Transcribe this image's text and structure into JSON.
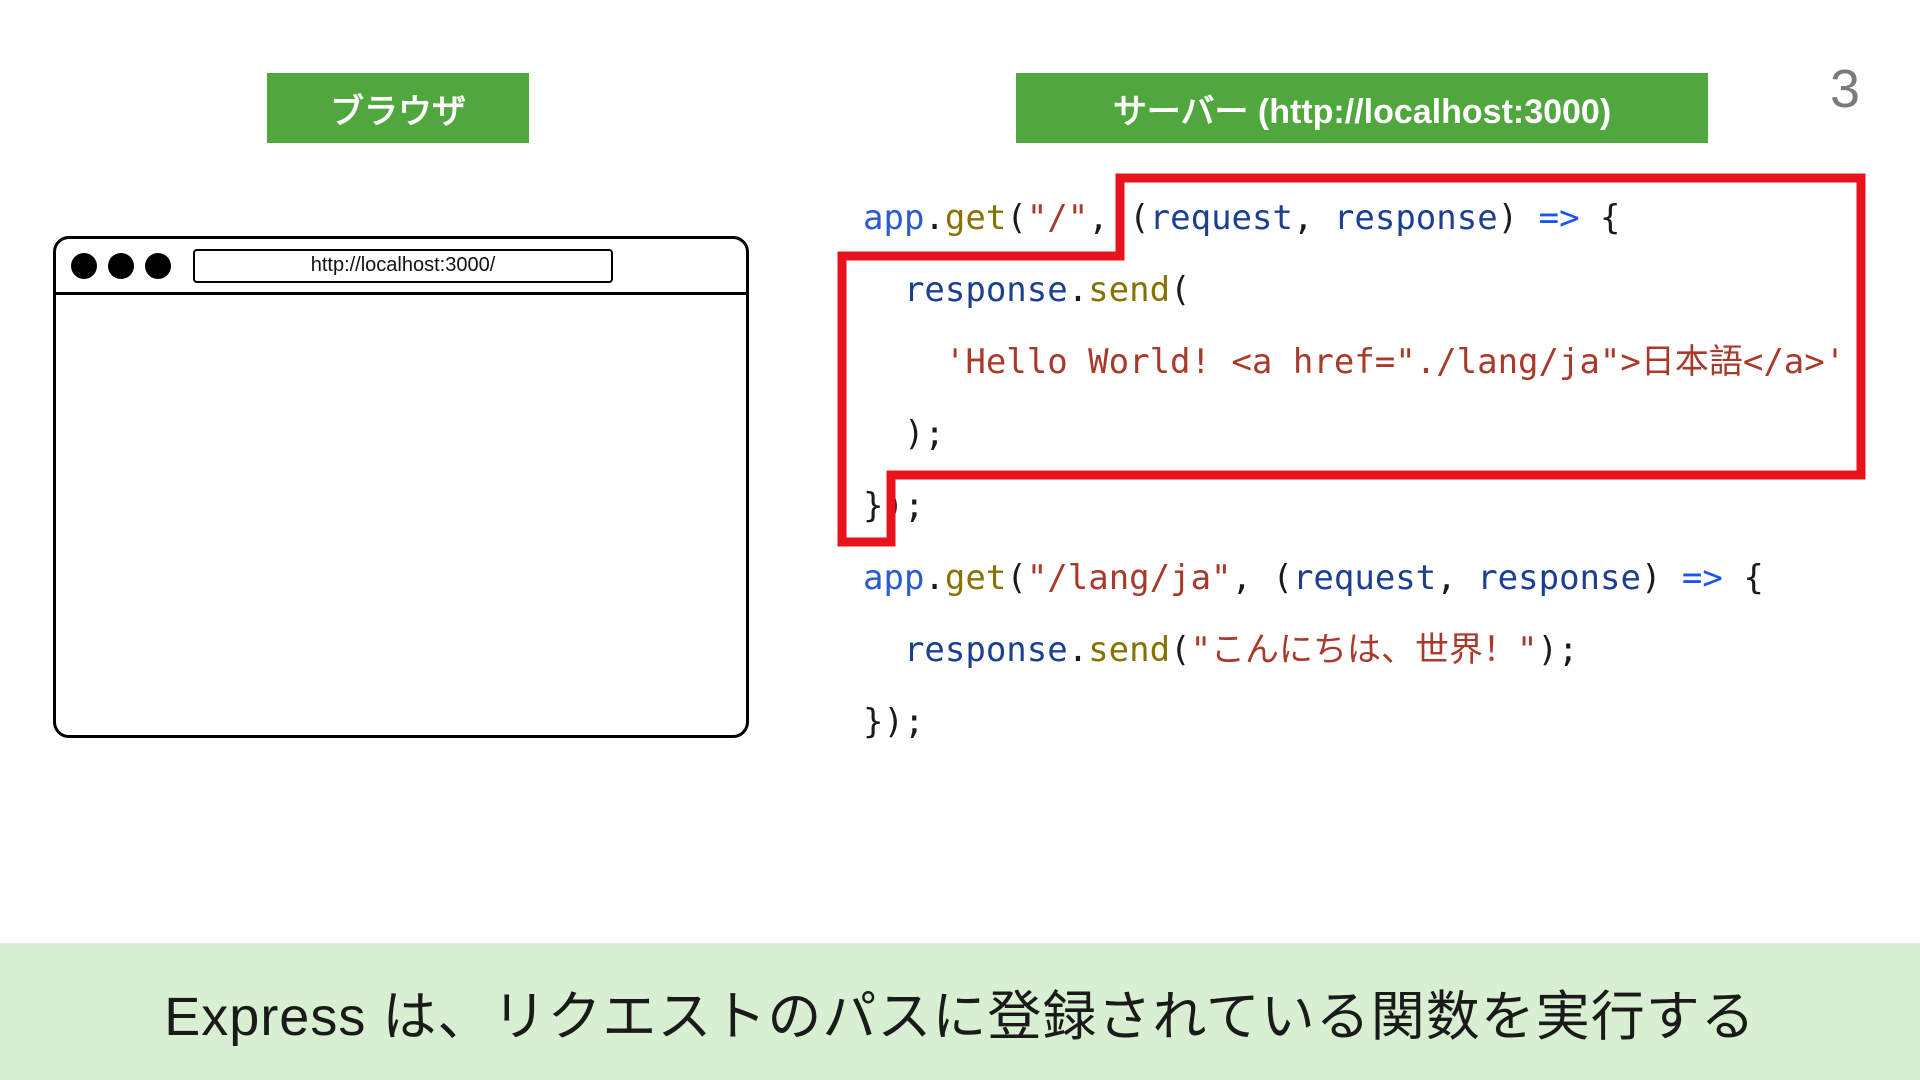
{
  "page": {
    "number": "3",
    "caption": "Express は、リクエストのパスに登録されている関数を実行する"
  },
  "labels": {
    "browser": "ブラウザ",
    "server": "サーバー (http://localhost:3000)"
  },
  "browser_window": {
    "url": "http://localhost:3000/"
  },
  "colors": {
    "badge_green": "#50a73e",
    "banner_green": "#d9efd2",
    "highlight_red": "#e8131c",
    "code_blue": "#2a5bd0",
    "code_navy": "#1c3f8f",
    "code_olive": "#877200",
    "code_red": "#a93a2b",
    "code_arrow": "#1b55f0",
    "code_plain": "#1a1a1a"
  },
  "code": {
    "lines": [
      [
        {
          "s": "app",
          "t": "var"
        },
        {
          "s": ".",
          "t": "plain"
        },
        {
          "s": "get",
          "t": "method"
        },
        {
          "s": "(",
          "t": "plain"
        },
        {
          "s": "\"/\"",
          "t": "string"
        },
        {
          "s": ", (",
          "t": "plain"
        },
        {
          "s": "request",
          "t": "param"
        },
        {
          "s": ", ",
          "t": "plain"
        },
        {
          "s": "response",
          "t": "param"
        },
        {
          "s": ") ",
          "t": "plain"
        },
        {
          "s": "=>",
          "t": "arrow"
        },
        {
          "s": " {",
          "t": "plain"
        }
      ],
      [
        {
          "s": "  ",
          "t": "plain"
        },
        {
          "s": "response",
          "t": "param"
        },
        {
          "s": ".",
          "t": "plain"
        },
        {
          "s": "send",
          "t": "method"
        },
        {
          "s": "(",
          "t": "plain"
        }
      ],
      [
        {
          "s": "    ",
          "t": "plain"
        },
        {
          "s": "'Hello World! <a href=\"./lang/ja\">日本語</a>'",
          "t": "string"
        }
      ],
      [
        {
          "s": "  );",
          "t": "plain"
        }
      ],
      [
        {
          "s": "});",
          "t": "plain"
        }
      ],
      [
        {
          "s": "app",
          "t": "var"
        },
        {
          "s": ".",
          "t": "plain"
        },
        {
          "s": "get",
          "t": "method"
        },
        {
          "s": "(",
          "t": "plain"
        },
        {
          "s": "\"/lang/ja\"",
          "t": "string"
        },
        {
          "s": ", (",
          "t": "plain"
        },
        {
          "s": "request",
          "t": "param"
        },
        {
          "s": ", ",
          "t": "plain"
        },
        {
          "s": "response",
          "t": "param"
        },
        {
          "s": ") ",
          "t": "plain"
        },
        {
          "s": "=>",
          "t": "arrow"
        },
        {
          "s": " {",
          "t": "plain"
        }
      ],
      [
        {
          "s": "  ",
          "t": "plain"
        },
        {
          "s": "response",
          "t": "param"
        },
        {
          "s": ".",
          "t": "plain"
        },
        {
          "s": "send",
          "t": "method"
        },
        {
          "s": "(",
          "t": "plain"
        },
        {
          "s": "\"こんにちは、世界！\"",
          "t": "string"
        },
        {
          "s": ");",
          "t": "plain"
        }
      ],
      [
        {
          "s": "});",
          "t": "plain"
        }
      ]
    ]
  }
}
